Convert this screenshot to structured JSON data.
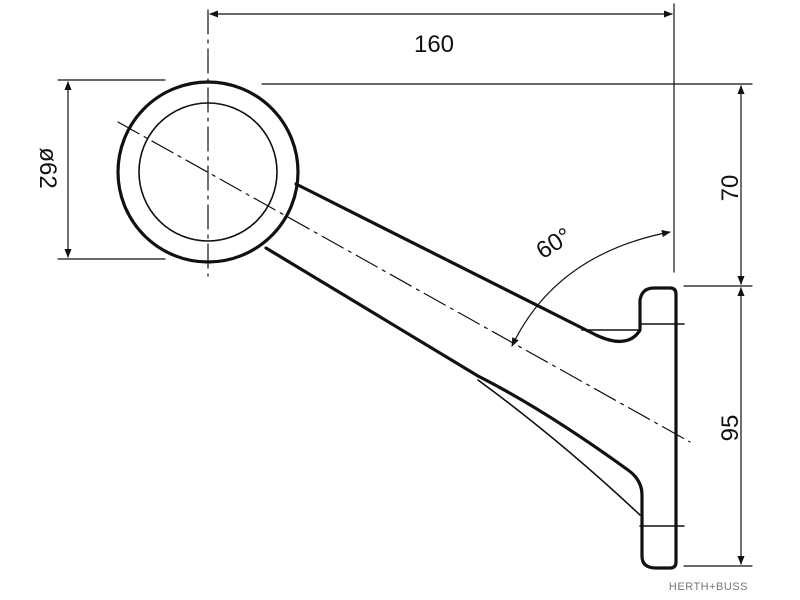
{
  "diagram": {
    "dimensions": {
      "width": "160",
      "diameter": "ø62",
      "height_upper": "70",
      "height_lower": "95",
      "angle": "60°"
    },
    "brand": "HERTH+BUSS",
    "colors": {
      "line": "#111111",
      "background": "#ffffff",
      "brand_text": "#777777"
    }
  }
}
